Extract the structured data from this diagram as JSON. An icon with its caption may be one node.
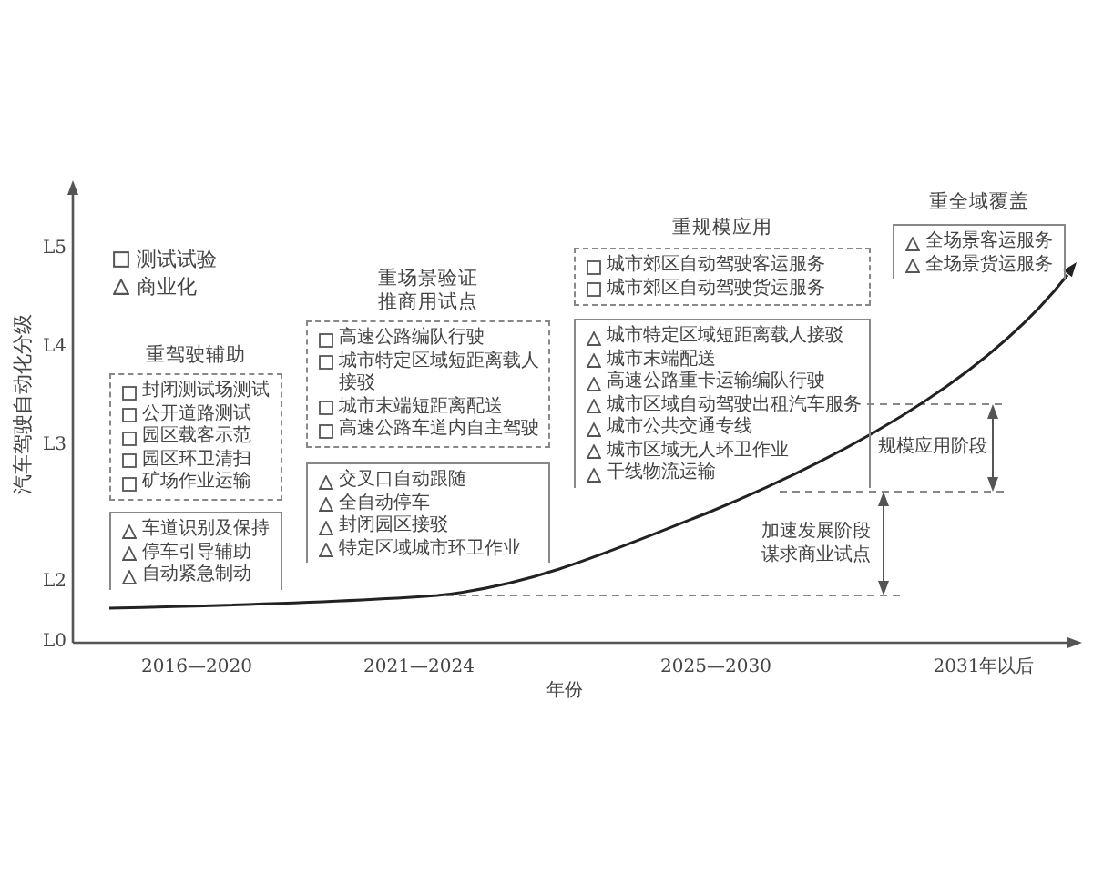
{
  "diagram": {
    "nodes": [
      {
        "text": [
          "重驾驶辅助",
          "封闭测试场测试",
          "公开道路测试",
          "园区载客示范",
          "园区环卫清扫",
          "矿场作业运输"
        ]
      },
      {
        "text": [
          "车道识别及保持",
          "停车引导辅助",
          "自动紧急制动"
        ]
      },
      {
        "text": [
          "重场景验证推商用试点",
          "高速公路编队行驶",
          "城市特定区域短距离载人接驳",
          "城市末端短距离配送",
          "高速公路车道内自主驾驶"
        ]
      },
      {
        "text": [
          "交叉口自动跟随",
          "全自动停车",
          "封闭园区接驳",
          "特定区域城市环卫作业"
        ]
      },
      {
        "text": [
          "重规模应用",
          "城市郊区自动驾驶客运服务",
          "城市郊区自动驾驶货运服务"
        ]
      },
      {
        "text": [
          "城市特定区域短距离载人接驳",
          "城市末端配送",
          "高速公路重卡运输编队行驶",
          "城市区域自动驾驶出租汽车服务",
          "城市公共交通专线",
          "城市区域无人环卫作业",
          "干线物流运输"
        ]
      },
      {
        "text": [
          "重全域覆盖",
          "全场景客运服务",
          "全场景货运服务"
        ]
      }
    ],
    "labels": [
      "L5",
      "L4",
      "L3",
      "L2",
      "L0",
      "汽车驾驶自动化分级",
      "规模应用阶段",
      "加速发展阶段谋求商业试点",
      "2016—2020",
      "2021—2024",
      "2025—2030",
      "2031年以后",
      "年份"
    ],
    "legend": [
      {
        "text": "测试试验"
      },
      {
        "text": "商业化"
      }
    ]
  }
}
